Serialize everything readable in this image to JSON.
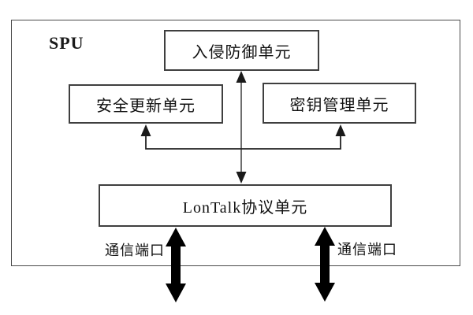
{
  "diagram": {
    "container_label": "SPU",
    "nodes": {
      "intrusion_prevention": "入侵防御单元",
      "security_update": "安全更新单元",
      "key_management": "密钥管理单元",
      "lontalk_protocol": "LonTalk协议单元"
    },
    "ports": {
      "left_label": "通信端口",
      "right_label": "通信端口"
    },
    "connections": [
      {
        "from": "lontalk_protocol",
        "to": "intrusion_prevention",
        "style": "thin-double-arrow"
      },
      {
        "from": "lontalk_protocol",
        "to": "security_update",
        "style": "thin-arrow-up"
      },
      {
        "from": "lontalk_protocol",
        "to": "key_management",
        "style": "thin-arrow-up"
      },
      {
        "from": "lontalk_protocol",
        "to": "external-left-port",
        "style": "thick-double-arrow"
      },
      {
        "from": "lontalk_protocol",
        "to": "external-right-port",
        "style": "thick-double-arrow"
      }
    ],
    "colors": {
      "background": "#ffffff",
      "box_border": "#3f3f3f",
      "outer_border": "#4a4a4a",
      "connector_line": "#4a4a4a",
      "connector_bus_line": "#222222",
      "arrowhead": "#1a1a1a",
      "thick_arrow": "#000000",
      "text": "#111111"
    }
  }
}
